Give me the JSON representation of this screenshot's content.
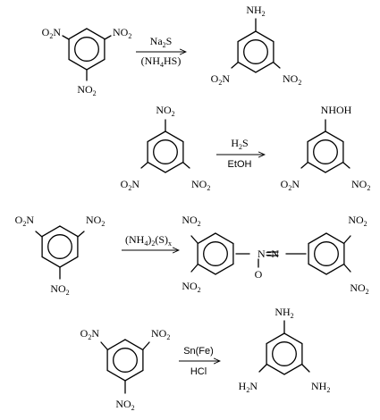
{
  "reactions": [
    {
      "reactant": [
        "O2N",
        "NO2",
        "NO2"
      ],
      "reagent_above": "Na2S",
      "reagent_below": "(NH4HS)",
      "product": [
        "NH2",
        "O2N",
        "NO2"
      ]
    },
    {
      "reactant": [
        "NO2",
        "O2N",
        "NO2"
      ],
      "reagent_above": "H2S",
      "reagent_below": "EtOH",
      "product": [
        "NHOH",
        "O2N",
        "NO2"
      ]
    },
    {
      "reactant": [
        "O2N",
        "NO2",
        "NO2"
      ],
      "reagent_above": "(NH4)2(S)x",
      "reagent_below": "",
      "product": {
        "left_ring": [
          "NO2",
          "NO2"
        ],
        "right_ring": [
          "NO2",
          "NO2"
        ],
        "azo_link": "N=N",
        "oxide": "O"
      }
    },
    {
      "reactant": [
        "O2N",
        "NO2",
        "NO2"
      ],
      "reagent_above": "Sn(Fe)",
      "reagent_below": "HCl",
      "product": [
        "NH2",
        "H2N",
        "NH2"
      ]
    }
  ]
}
